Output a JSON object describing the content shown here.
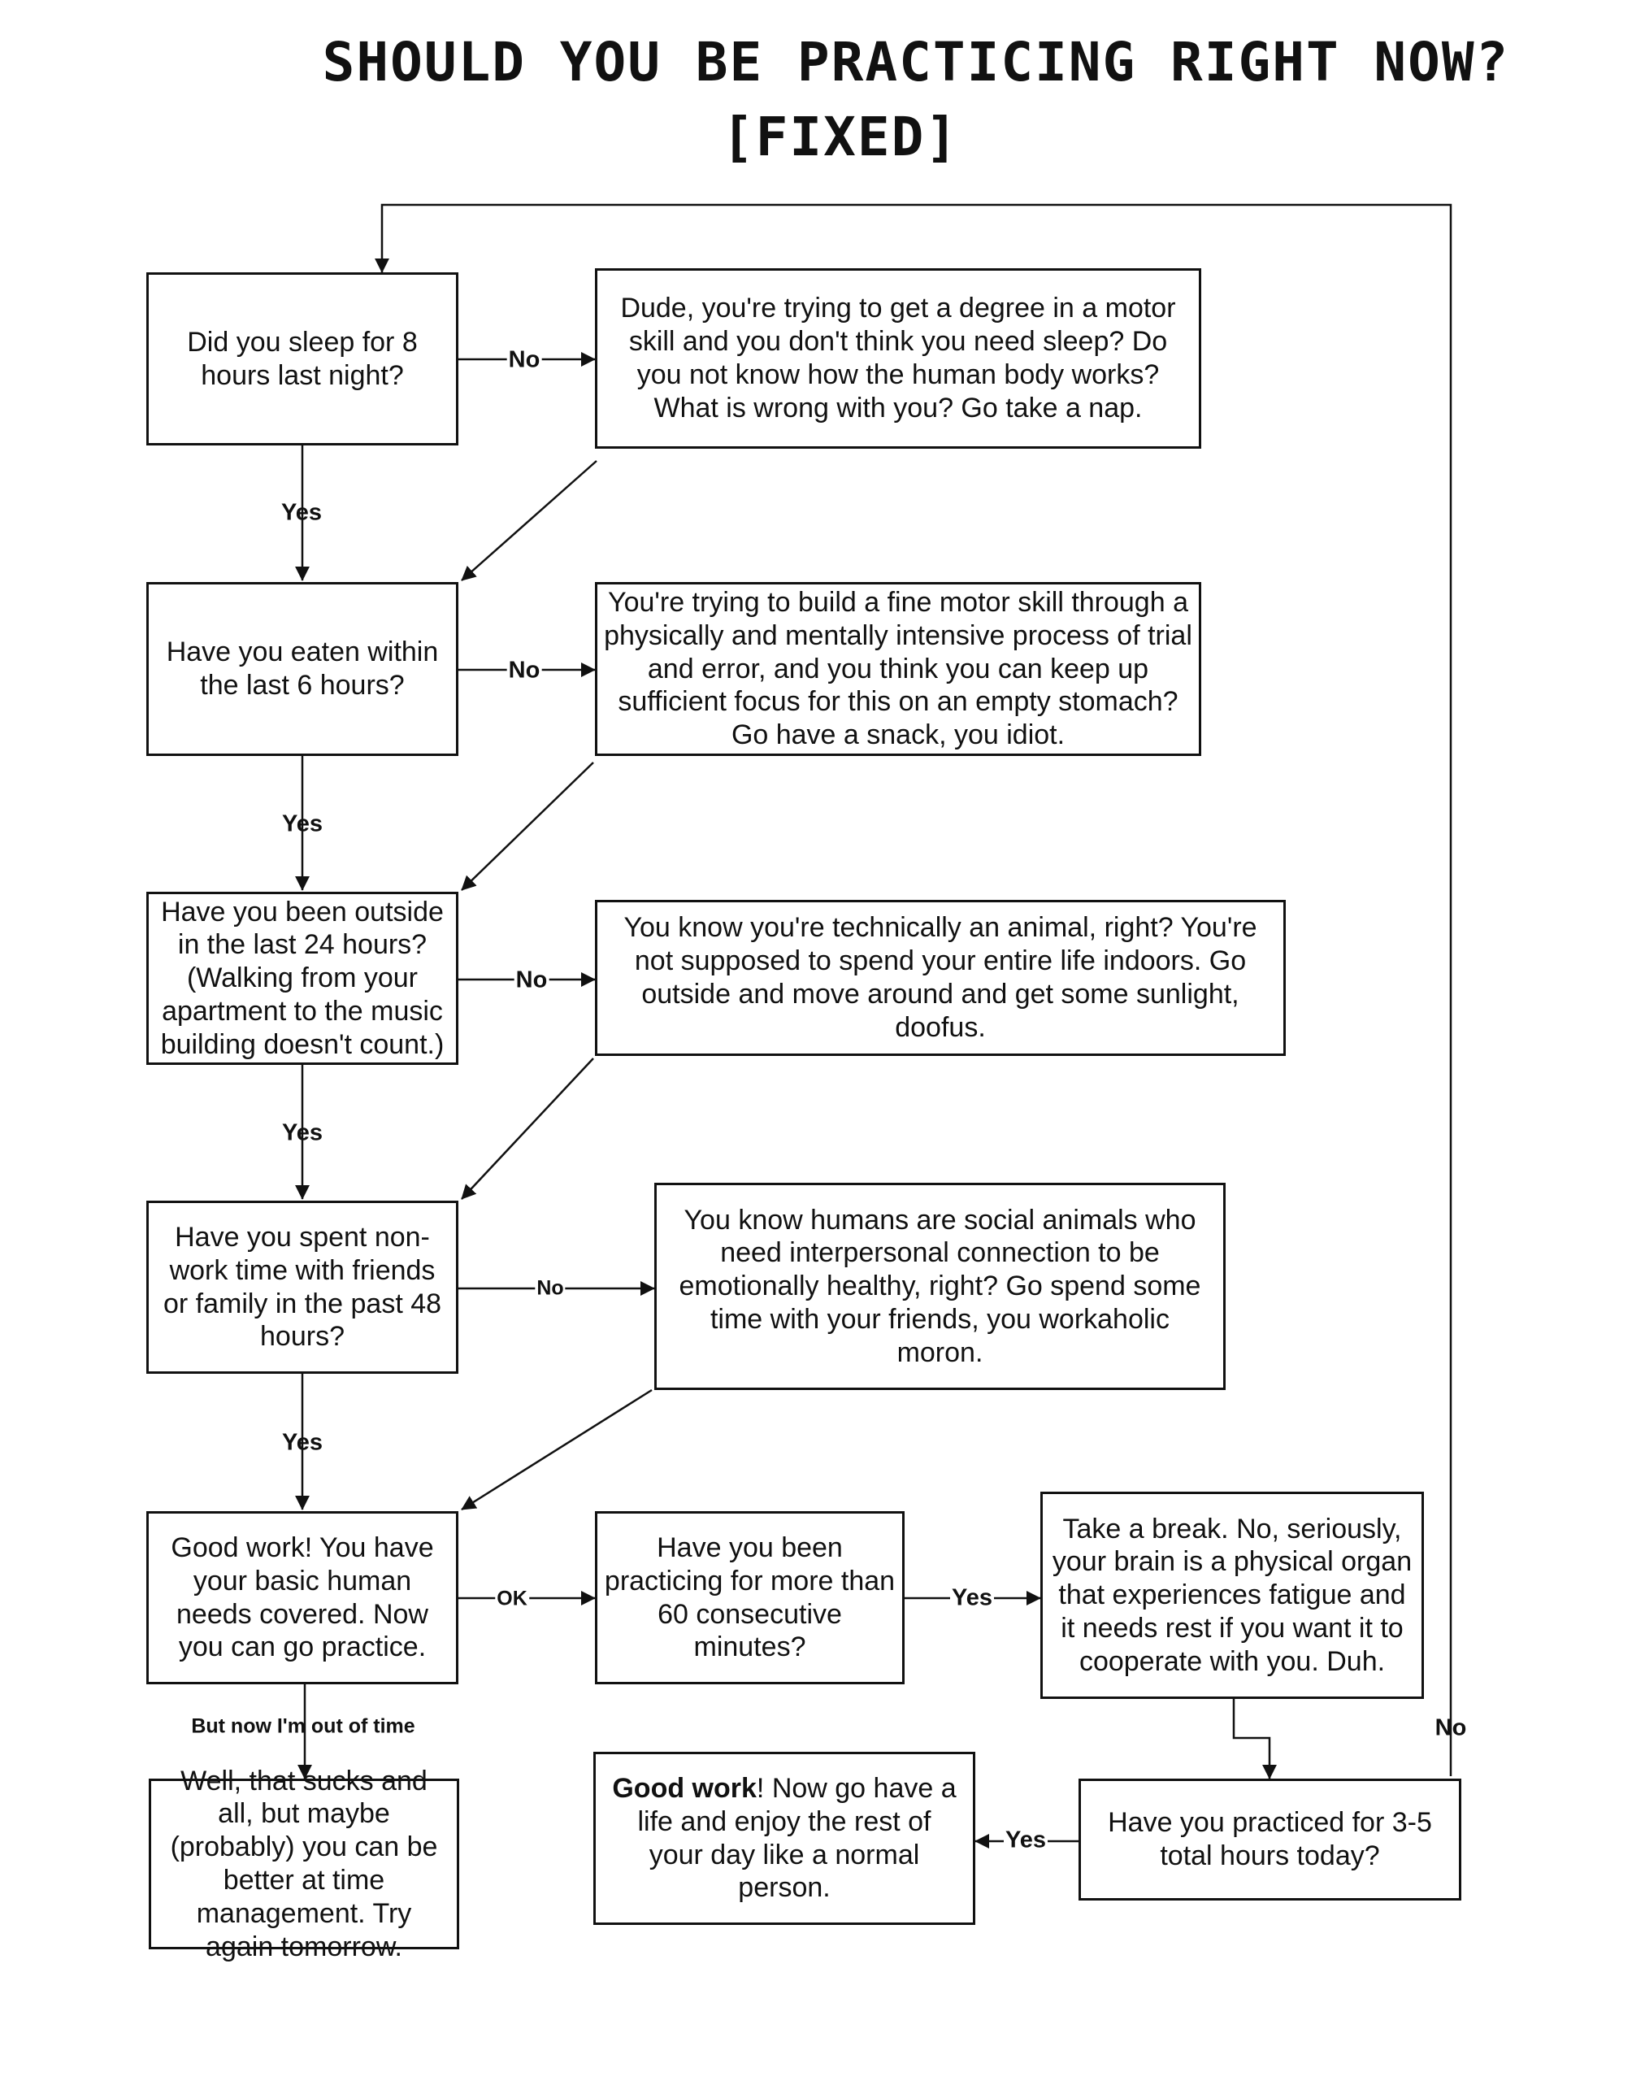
{
  "title": {
    "line1": "SHOULD YOU BE PRACTICING RIGHT NOW?",
    "line2": "[FIXED]"
  },
  "nodes": {
    "q_sleep": "Did you sleep for 8 hours last night?",
    "a_sleep": "Dude, you're trying to get a degree in a motor skill and you don't think you need sleep? Do you not know how the human body works? What is wrong with you? Go take a nap.",
    "q_eaten": "Have you eaten within the last 6 hours?",
    "a_eaten": "You're trying to build a fine motor skill through a physically and mentally intensive process of trial and error, and you think you can keep up sufficient focus for this on an empty stomach? Go have a snack, you idiot.",
    "q_outside": "Have you been outside in the last 24 hours? (Walking from your apartment to the music building doesn't count.)",
    "a_outside": "You know you're technically an animal, right? You're not supposed to spend your entire life indoors. Go outside and move around and get some sunlight, doofus.",
    "q_social": "Have you spent non-work time with friends or family in the past 48 hours?",
    "a_social": "You know humans are social animals who need interpersonal connection to be emotionally healthy, right? Go spend some time with your friends, you workaholic moron.",
    "good_basic": "Good work! You have your basic human needs covered. Now you can go practice.",
    "q_60min": "Have you been practicing for more than 60 consecutive minutes?",
    "a_break": "Take a break. No, seriously, your brain is a physical organ that experiences fatigue and it needs rest if you want it to cooperate with you. Duh.",
    "out_of_time": "Well, that sucks and all, but maybe (probably) you can be better at time management. Try again tomorrow.",
    "q_hours": "Have you practiced for 3-5 total hours today?",
    "done_bold": "Good work",
    "done_rest": "! Now go have a life and enjoy the rest of your day like a normal person."
  },
  "edges": {
    "no1": "No",
    "yes1": "Yes",
    "no2": "No",
    "yes2": "Yes",
    "no3": "No",
    "yes3": "Yes",
    "no4": "No",
    "yes4": "Yes",
    "ok": "OK",
    "yes_break": "Yes",
    "out_of_time": "But now I'm out of time",
    "yes_done": "Yes",
    "no_loop": "No"
  }
}
